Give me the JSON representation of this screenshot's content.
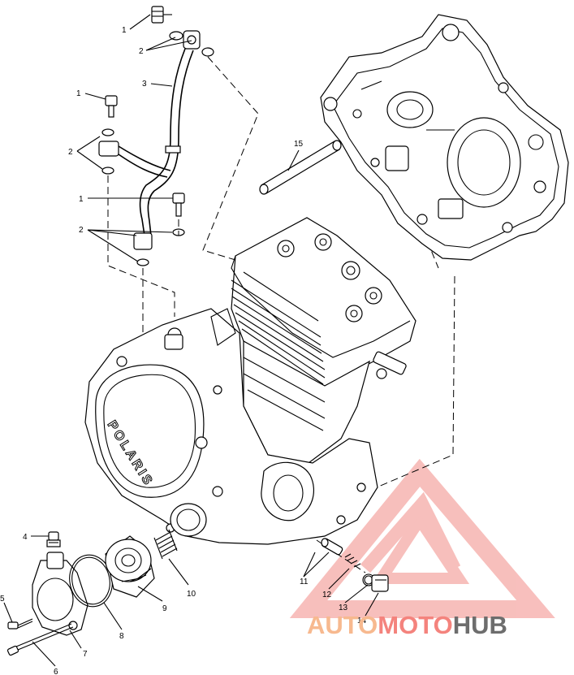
{
  "callouts": [
    "1",
    "2",
    "3",
    "1",
    "2",
    "1",
    "2",
    "15",
    "4",
    "5",
    "6",
    "7",
    "8",
    "9",
    "10",
    "11",
    "12",
    "13",
    "14"
  ],
  "engine_brand": "POLARIS",
  "watermark": {
    "part1": "AUTO",
    "part2": "MOTO",
    "part3": "HUB",
    "color_auto": "#f7b98f",
    "color_moto": "#f4837d",
    "color_hub": "#6d6d6d",
    "logo_color": "#f28b86"
  }
}
